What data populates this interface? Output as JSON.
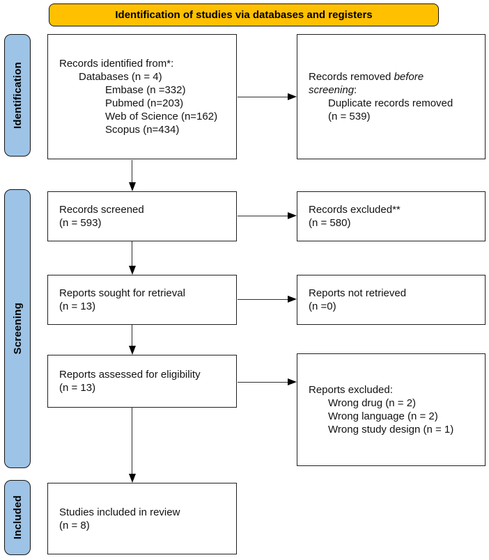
{
  "banner": {
    "title": "Identification of studies via databases and registers"
  },
  "colors": {
    "banner_bg": "#FFC000",
    "sidebar_bg": "#9DC3E6",
    "box_border": "#1f1f1f",
    "arrow": "#2e2e2e"
  },
  "sidebar": {
    "identification": "Identification",
    "screening": "Screening",
    "included": "Included"
  },
  "boxes": {
    "records_identified": {
      "lines": [
        "Records identified from*:",
        "Databases (n = 4)",
        "Embase (n =332)",
        "Pubmed (n=203)",
        "Web of Science (n=162)",
        "Scopus (n=434)"
      ]
    },
    "records_removed": {
      "prefix": "Records removed ",
      "italic": "before screening",
      "suffix": ":",
      "lines": [
        "Duplicate records removed",
        "(n = 539)"
      ]
    },
    "records_screened": {
      "lines": [
        "Records screened",
        "(n = 593)"
      ]
    },
    "records_excluded": {
      "lines": [
        "Records excluded**",
        "(n = 580)"
      ]
    },
    "reports_sought": {
      "lines": [
        "Reports sought for retrieval",
        "(n = 13)"
      ]
    },
    "reports_not_retrieved": {
      "lines": [
        "Reports not retrieved",
        "(n =0)"
      ]
    },
    "reports_assessed": {
      "lines": [
        "Reports assessed for eligibility",
        "(n = 13)"
      ]
    },
    "reports_excluded": {
      "lines": [
        "Reports excluded:",
        "Wrong drug (n = 2)",
        "Wrong language (n = 2)",
        "Wrong study design (n = 1)"
      ]
    },
    "studies_included": {
      "lines": [
        "Studies included in review",
        "(n = 8)"
      ]
    }
  }
}
